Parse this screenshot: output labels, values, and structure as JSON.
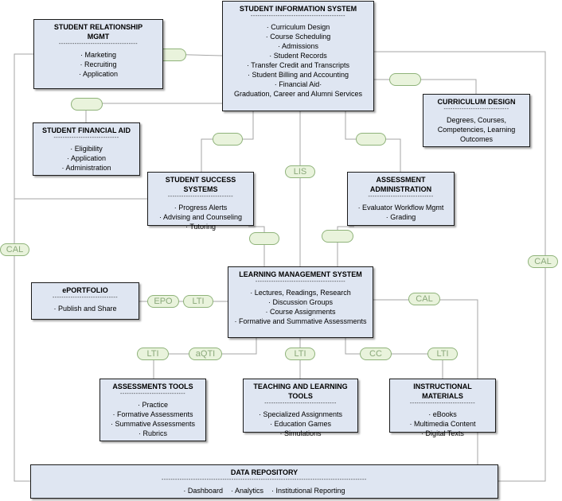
{
  "boxes": {
    "sis": {
      "title": "STUDENT INFORMATION SYSTEM",
      "items": [
        "· Curriculum Design",
        "· Course Scheduling",
        "· Admissions",
        "· Student Records",
        "· Transfer Credit and Transcripts",
        "· Student Billing and Accounting",
        "· Financial Aid·",
        "Graduation, Career and Alumni Services"
      ]
    },
    "srm": {
      "title_lines": [
        "STUDENT RELATIONSHIP",
        "MGMT"
      ],
      "items": [
        "· Marketing",
        "· Recruiting",
        "· Application"
      ]
    },
    "curriculum": {
      "title": "CURRICULUM DESIGN",
      "items": [
        "Degrees, Courses,",
        "Competencies, Learning",
        "Outcomes"
      ]
    },
    "finaid": {
      "title": "STUDENT FINANCIAL AID",
      "items": [
        "· Eligibility",
        "· Application",
        "· Administration"
      ]
    },
    "success": {
      "title": "STUDENT SUCCESS SYSTEMS",
      "items": [
        "· Progress Alerts",
        "· Advising and Counseling",
        "· Tutoring"
      ]
    },
    "assessadmin": {
      "title_lines": [
        "ASSESSMENT",
        "ADMINISTRATION"
      ],
      "items": [
        "· Evaluator Workflow Mgmt",
        "· Grading"
      ]
    },
    "lms": {
      "title": "LEARNING MANAGEMENT SYSTEM",
      "items": [
        "· Lectures, Readings, Research",
        "· Discussion Groups",
        "· Course Assignments",
        "· Formative and Summative Assessments"
      ]
    },
    "eportfolio": {
      "title": "ePORTFOLIO",
      "items": [
        "· Publish and Share"
      ]
    },
    "assesstools": {
      "title": "ASSESSMENTS TOOLS",
      "items": [
        "· Practice",
        "· Formative Assessments",
        "· Summative Assessments",
        "· Rubrics"
      ]
    },
    "teaching": {
      "title": "TEACHING AND LEARNING TOOLS",
      "items": [
        "· Specialized Assignments",
        "· Education Games",
        "· Simulations"
      ]
    },
    "materials": {
      "title": "INSTRUCTIONAL MATERIALS",
      "items": [
        "· eBooks",
        "· Multimedia Content",
        "· Digital Texts"
      ]
    },
    "repository": {
      "title": "DATA REPOSITORY",
      "items": [
        "· Dashboard",
        "· Analytics",
        "· Institutional Reporting"
      ]
    }
  },
  "connectors": {
    "lis": "LIS",
    "cal_left": "CAL",
    "cal_right": "CAL",
    "cal_lms": "CAL",
    "epo": "EPO",
    "lti_eport": "LTI",
    "lti_assess": "LTI",
    "aqti": "aQTI",
    "lti_teach": "LTI",
    "cc": "CC",
    "lti_mat": "LTI",
    "blank_srm": "",
    "blank_finaid": "",
    "blank_curr": "",
    "blank_success_top": "",
    "blank_assessadmin_top": "",
    "blank_success_bottom": "",
    "blank_assessadmin_bottom": ""
  },
  "colors": {
    "box_fill": "#dfe6f2",
    "box_border": "#1a1a1a",
    "pill_fill": "#e9f3dc",
    "pill_border": "#8fb37a",
    "pill_text": "#8aa87a",
    "wire": "#a6a6a6"
  }
}
